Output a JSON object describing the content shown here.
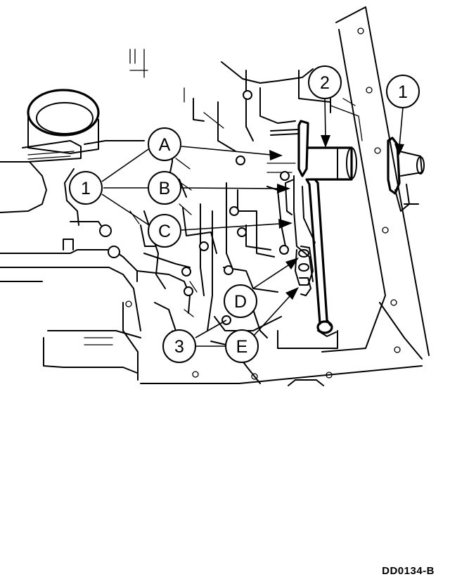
{
  "figure_code": "DD0134-B",
  "callouts": {
    "one_left": "1",
    "one_right": "1",
    "two": "2",
    "three": "3",
    "a": "A",
    "b": "B",
    "c": "C",
    "d": "D",
    "e": "E"
  },
  "colors": {
    "ink": "#000000",
    "paper": "#ffffff"
  }
}
